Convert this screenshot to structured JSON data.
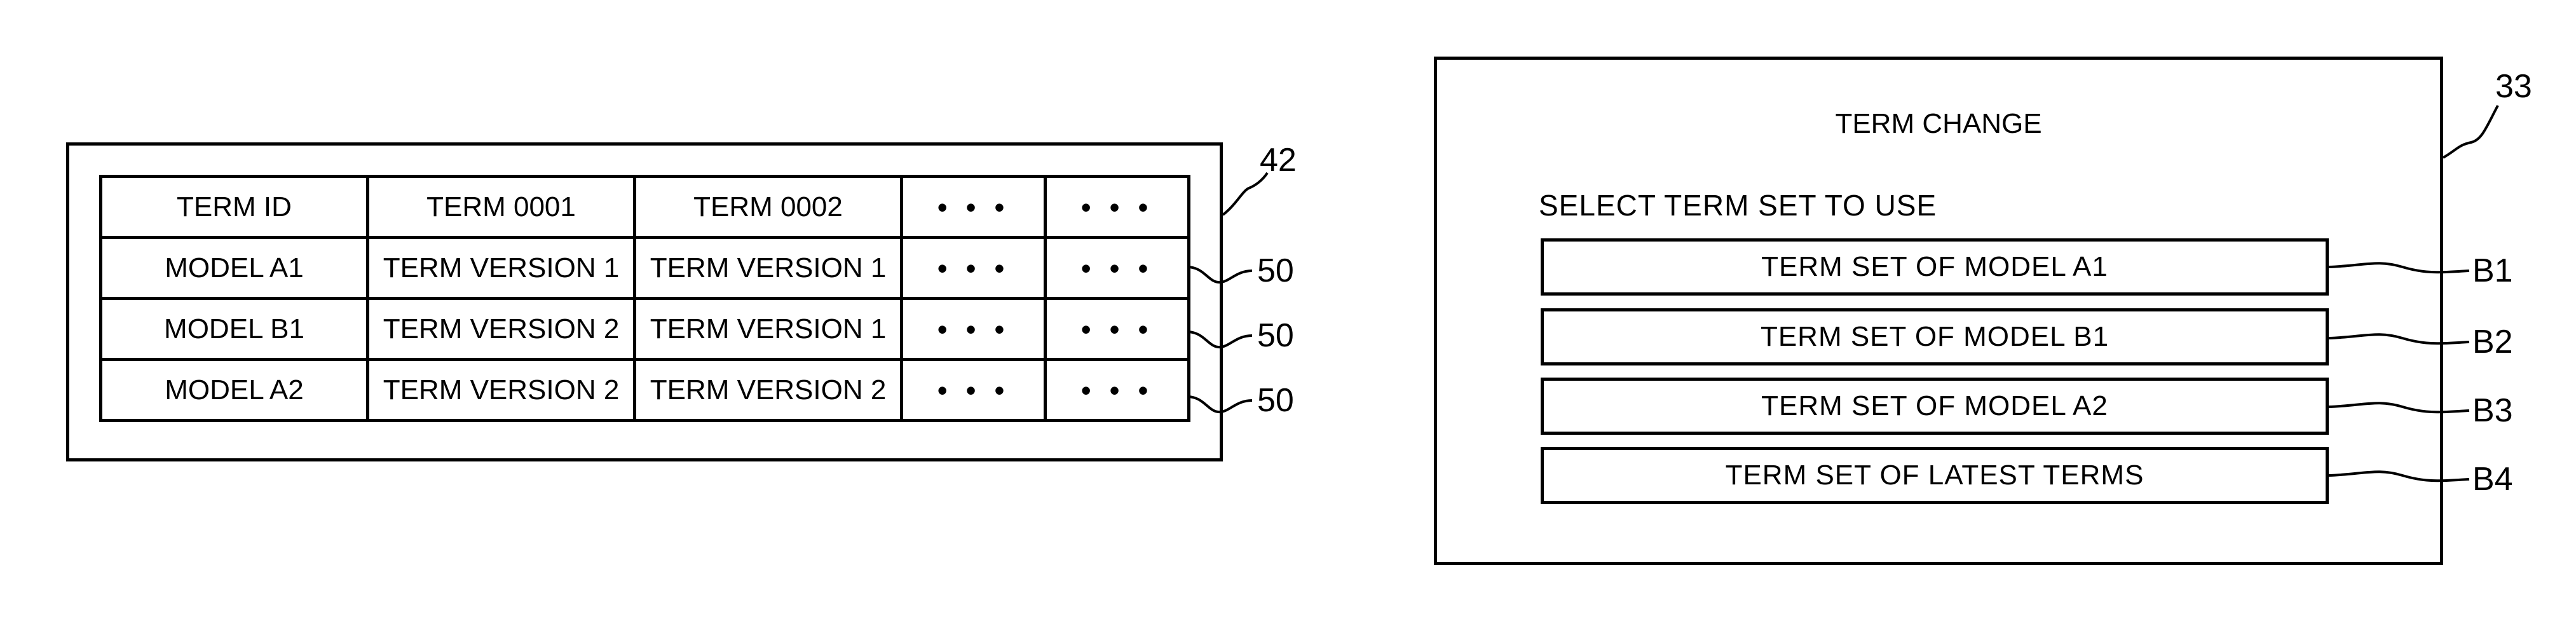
{
  "term_table": {
    "header": [
      "TERM ID",
      "TERM 0001",
      "TERM 0002",
      "• • •",
      "• • •"
    ],
    "rows": [
      [
        "MODEL A1",
        "TERM VERSION 1",
        "TERM VERSION 1",
        "• • •",
        "• • •"
      ],
      [
        "MODEL B1",
        "TERM VERSION 2",
        "TERM VERSION 1",
        "• • •",
        "• • •"
      ],
      [
        "MODEL A2",
        "TERM VERSION 2",
        "TERM VERSION 2",
        "• • •",
        "• • •"
      ]
    ]
  },
  "term_change_screen": {
    "title": "TERM CHANGE",
    "prompt": "SELECT TERM SET TO USE",
    "buttons": [
      {
        "label": "TERM SET OF MODEL A1",
        "ref": "B1"
      },
      {
        "label": "TERM SET OF MODEL B1",
        "ref": "B2"
      },
      {
        "label": "TERM SET OF MODEL A2",
        "ref": "B3"
      },
      {
        "label": "TERM SET OF LATEST TERMS",
        "ref": "B4"
      }
    ]
  },
  "reference_numerals": {
    "table_frame": "42",
    "rows": [
      "50",
      "50",
      "50"
    ],
    "screen": "33"
  }
}
